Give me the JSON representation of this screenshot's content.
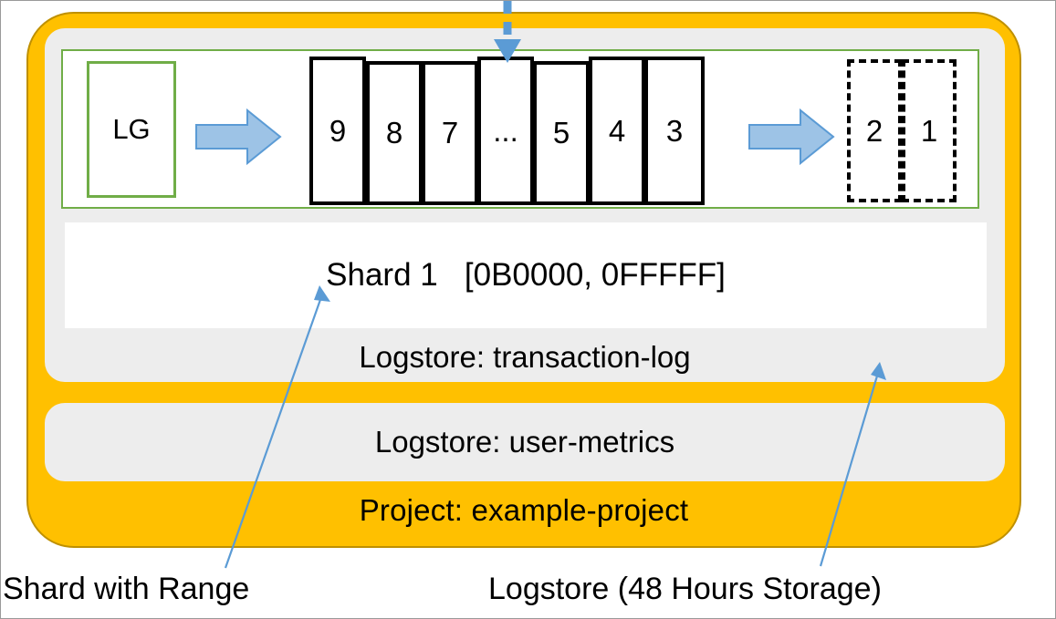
{
  "diagram": {
    "title": "Log Service shard / logstore / project structure",
    "colors": {
      "project_fill": "#FFC000",
      "project_border": "#BF9000",
      "logstore_fill": "#EDEDED",
      "shard_strip_fill": "#FFFFFF",
      "green_border": "#70AD47",
      "arrow_fill": "#9DC3E6",
      "arrow_border": "#5B9BD5",
      "thin_arrow": "#5B9BD5",
      "cell_border": "#000000"
    }
  },
  "project": {
    "label": "Project: example-project"
  },
  "logstores": [
    {
      "label": "Logstore:   transaction-log"
    },
    {
      "label": "Logstore:   user-metrics"
    }
  ],
  "shard": {
    "label": "Shard 1   [0B0000, 0FFFFF]",
    "name": "Shard 1",
    "range_start": "0B0000",
    "range_end": "0FFFFF"
  },
  "log_group": {
    "label": "LG"
  },
  "queue": {
    "cells": [
      {
        "label": "9"
      },
      {
        "label": "8"
      },
      {
        "label": "7"
      },
      {
        "label": "..."
      },
      {
        "label": "5"
      },
      {
        "label": "4"
      },
      {
        "label": "3"
      }
    ]
  },
  "archive": {
    "cells": [
      {
        "label": "2"
      },
      {
        "label": "1"
      }
    ]
  },
  "captions": [
    {
      "label": "Shard with Range"
    },
    {
      "label": "Logstore (48 Hours Storage)"
    }
  ],
  "icons": {
    "write_arrow": "right-block-arrow-icon",
    "expire_arrow": "right-block-arrow-icon",
    "inbound_arrow": "dashed-down-arrow-icon",
    "pointer_shard": "thin-callout-arrow-icon",
    "pointer_logstore": "thin-callout-arrow-icon"
  }
}
